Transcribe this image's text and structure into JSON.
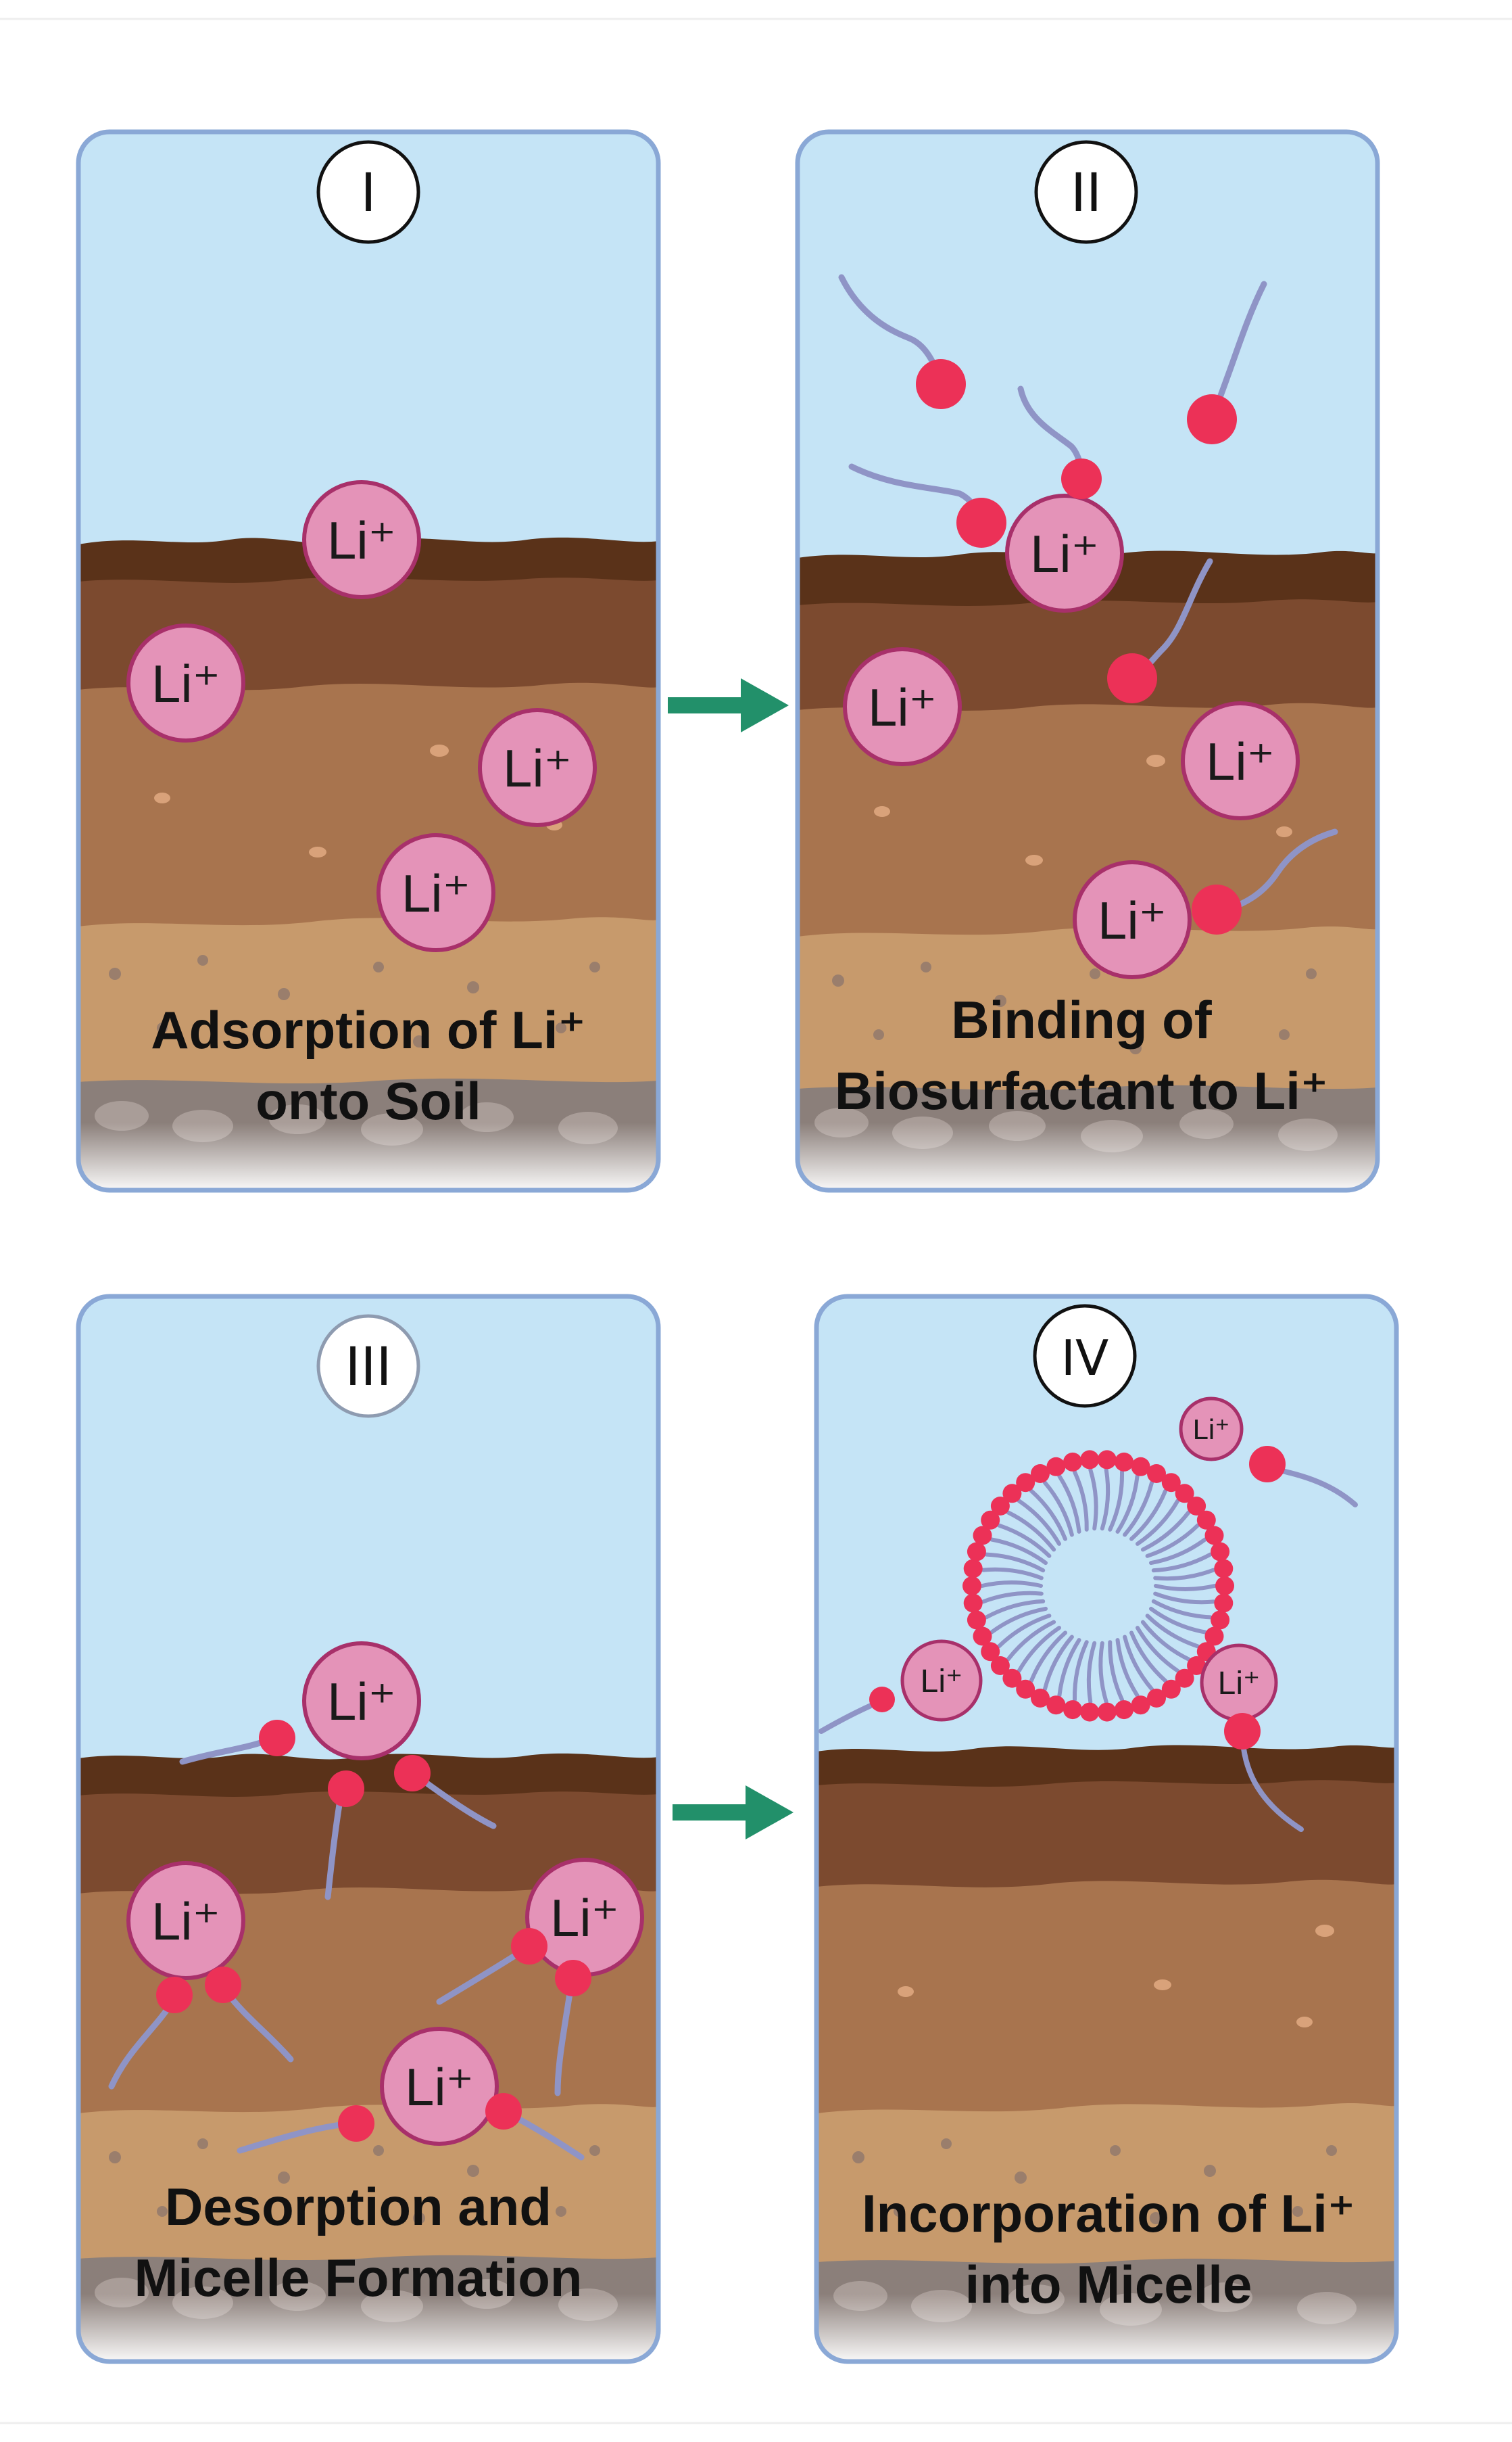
{
  "panels": [
    {
      "numeral": "I",
      "caption_line1": "Adsorption of Li⁺",
      "caption_line2": "onto Soil"
    },
    {
      "numeral": "II",
      "caption_line1": "Binding of",
      "caption_line2": "Biosurfactant to Li⁺"
    },
    {
      "numeral": "III",
      "caption_line1": "Desorption and",
      "caption_line2": "Micelle Formation"
    },
    {
      "numeral": "IV",
      "caption_line1": "Incorporation of Li⁺",
      "caption_line2": "into Micelle"
    }
  ],
  "ion_label": "Li⁺",
  "colors": {
    "sky": "#c5e4f6",
    "panel_border": "#8aa8d6",
    "topsoil": "#5a3219",
    "upper_soil": "#7c4a2f",
    "mid_soil": "#a8744e",
    "sandy_soil": "#c79a6c",
    "gravel": "#8b7f7a",
    "ion_fill": "#e493b8",
    "ion_stroke": "#a8306a",
    "surfactant_head": "#ec3157",
    "surfactant_tail": "#8f94c6",
    "arrow": "#22906a"
  }
}
